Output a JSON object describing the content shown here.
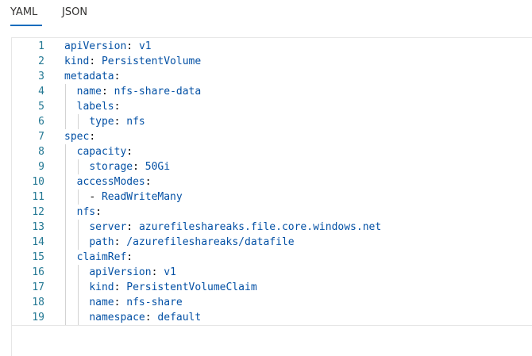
{
  "tabs": [
    {
      "label": "YAML",
      "active": true
    },
    {
      "label": "JSON",
      "active": false
    }
  ],
  "editor": {
    "lines": [
      {
        "n": "1",
        "indent": "",
        "key": "apiVersion",
        "sep": ": ",
        "value": "v1"
      },
      {
        "n": "2",
        "indent": "",
        "key": "kind",
        "sep": ": ",
        "value": "PersistentVolume"
      },
      {
        "n": "3",
        "indent": "",
        "key": "metadata",
        "sep": ":",
        "value": ""
      },
      {
        "n": "4",
        "indent": "  ",
        "key": "name",
        "sep": ": ",
        "value": "nfs-share-data"
      },
      {
        "n": "5",
        "indent": "  ",
        "key": "labels",
        "sep": ":",
        "value": ""
      },
      {
        "n": "6",
        "indent": "    ",
        "key": "type",
        "sep": ": ",
        "value": "nfs"
      },
      {
        "n": "7",
        "indent": "",
        "key": "spec",
        "sep": ":",
        "value": ""
      },
      {
        "n": "8",
        "indent": "  ",
        "key": "capacity",
        "sep": ":",
        "value": ""
      },
      {
        "n": "9",
        "indent": "    ",
        "key": "storage",
        "sep": ": ",
        "value": "50Gi"
      },
      {
        "n": "10",
        "indent": "  ",
        "key": "accessModes",
        "sep": ":",
        "value": ""
      },
      {
        "n": "11",
        "indent": "    ",
        "key": "",
        "sep": "- ",
        "value": "ReadWriteMany"
      },
      {
        "n": "12",
        "indent": "  ",
        "key": "nfs",
        "sep": ":",
        "value": ""
      },
      {
        "n": "13",
        "indent": "    ",
        "key": "server",
        "sep": ": ",
        "value": "azurefileshareaks.file.core.windows.net"
      },
      {
        "n": "14",
        "indent": "    ",
        "key": "path",
        "sep": ": ",
        "value": "/azurefileshareaks/datafile"
      },
      {
        "n": "15",
        "indent": "  ",
        "key": "claimRef",
        "sep": ":",
        "value": ""
      },
      {
        "n": "16",
        "indent": "    ",
        "key": "apiVersion",
        "sep": ": ",
        "value": "v1"
      },
      {
        "n": "17",
        "indent": "    ",
        "key": "kind",
        "sep": ": ",
        "value": "PersistentVolumeClaim"
      },
      {
        "n": "18",
        "indent": "    ",
        "key": "name",
        "sep": ": ",
        "value": "nfs-share"
      },
      {
        "n": "19",
        "indent": "    ",
        "key": "namespace",
        "sep": ": ",
        "value": "default"
      }
    ]
  },
  "colors": {
    "accent": "#0f6cbd",
    "line_number": "#237893",
    "yaml_key": "#0451a5",
    "yaml_value": "#0451a5"
  }
}
